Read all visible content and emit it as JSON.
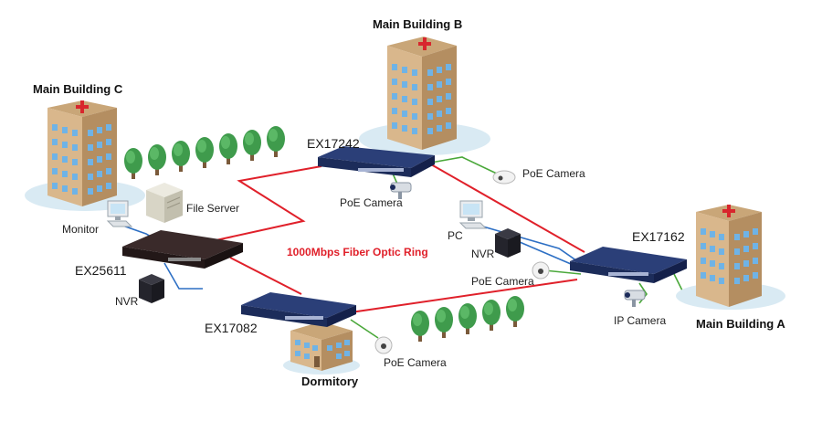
{
  "ring_label": "1000Mbps Fiber Optic Ring",
  "buildings": {
    "a": "Main Building A",
    "b": "Main Building B",
    "c": "Main Building C",
    "dormitory": "Dormitory"
  },
  "switches": {
    "ex17242": "EX17242",
    "ex17162": "EX17162",
    "ex25611": "EX25611",
    "ex17082": "EX17082"
  },
  "devices": {
    "poe_camera_b1": "PoE Camera",
    "poe_camera_b2": "PoE Camera",
    "pc": "PC",
    "nvr_a": "NVR",
    "poe_camera_a": "PoE Camera",
    "ip_camera": "IP Camera",
    "monitor": "Monitor",
    "file_server": "File Server",
    "nvr_c": "NVR",
    "poe_camera_d": "PoE Camera"
  },
  "colors": {
    "fiber": "#e0202a",
    "copper_green": "#4aa83a",
    "copper_blue": "#2d6fc4",
    "switch_navy": "#1c2c5a"
  }
}
